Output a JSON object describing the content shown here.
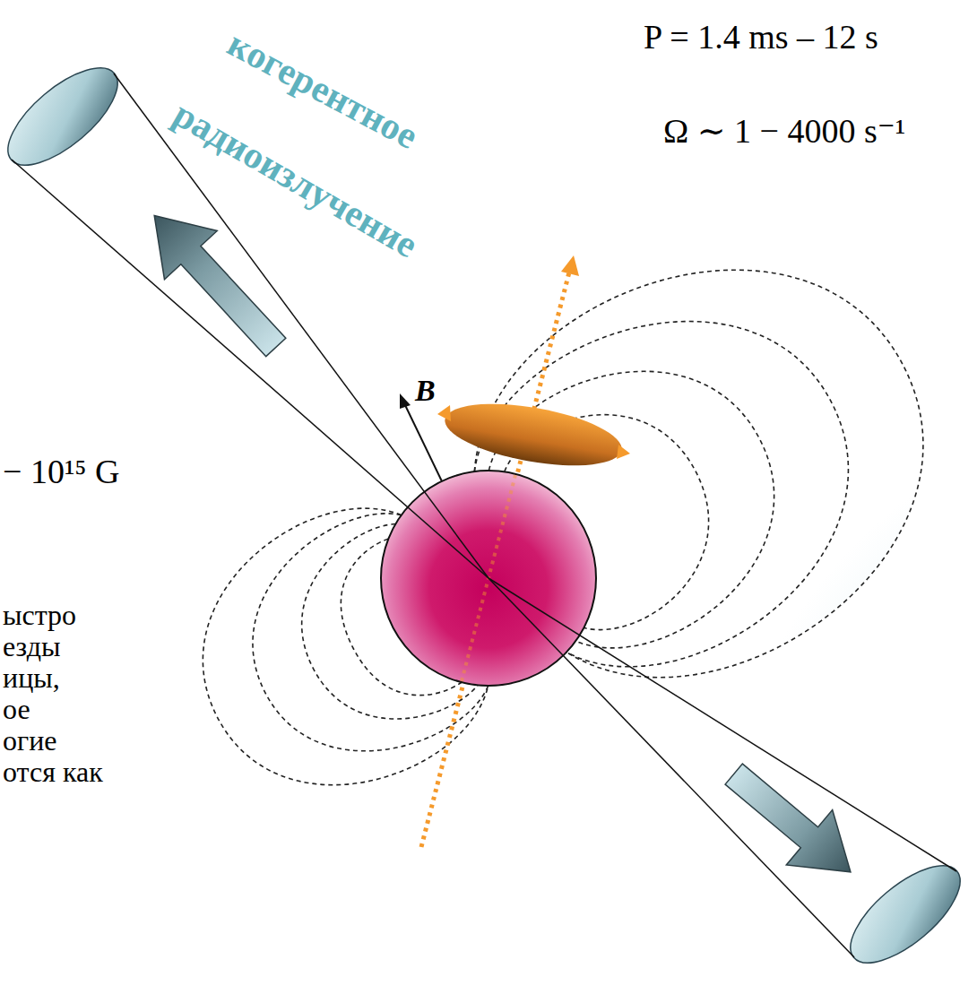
{
  "diagram": {
    "labels": [
      "когерентное",
      "радиоизлучение",
      "P = 1.4 ms – 12 s",
      "Ω ∼ 1 − 4000 s⁻¹",
      "B",
      "− 10¹⁵ G",
      "ыстро",
      "езды",
      "ицы,",
      "ое",
      "огие",
      "отся как"
    ]
  }
}
